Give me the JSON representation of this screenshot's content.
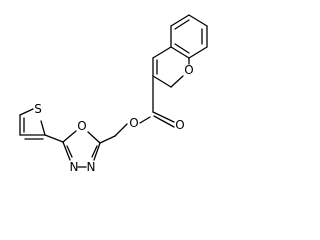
{
  "structure": {
    "atom_labels": {
      "ring_o": "O",
      "ester_o": "O",
      "carbonyl_o": "O",
      "oxadiazole_o": "O",
      "oxadiazole_n1": "N",
      "oxadiazole_n2": "N",
      "thiophene_s": "S"
    }
  }
}
